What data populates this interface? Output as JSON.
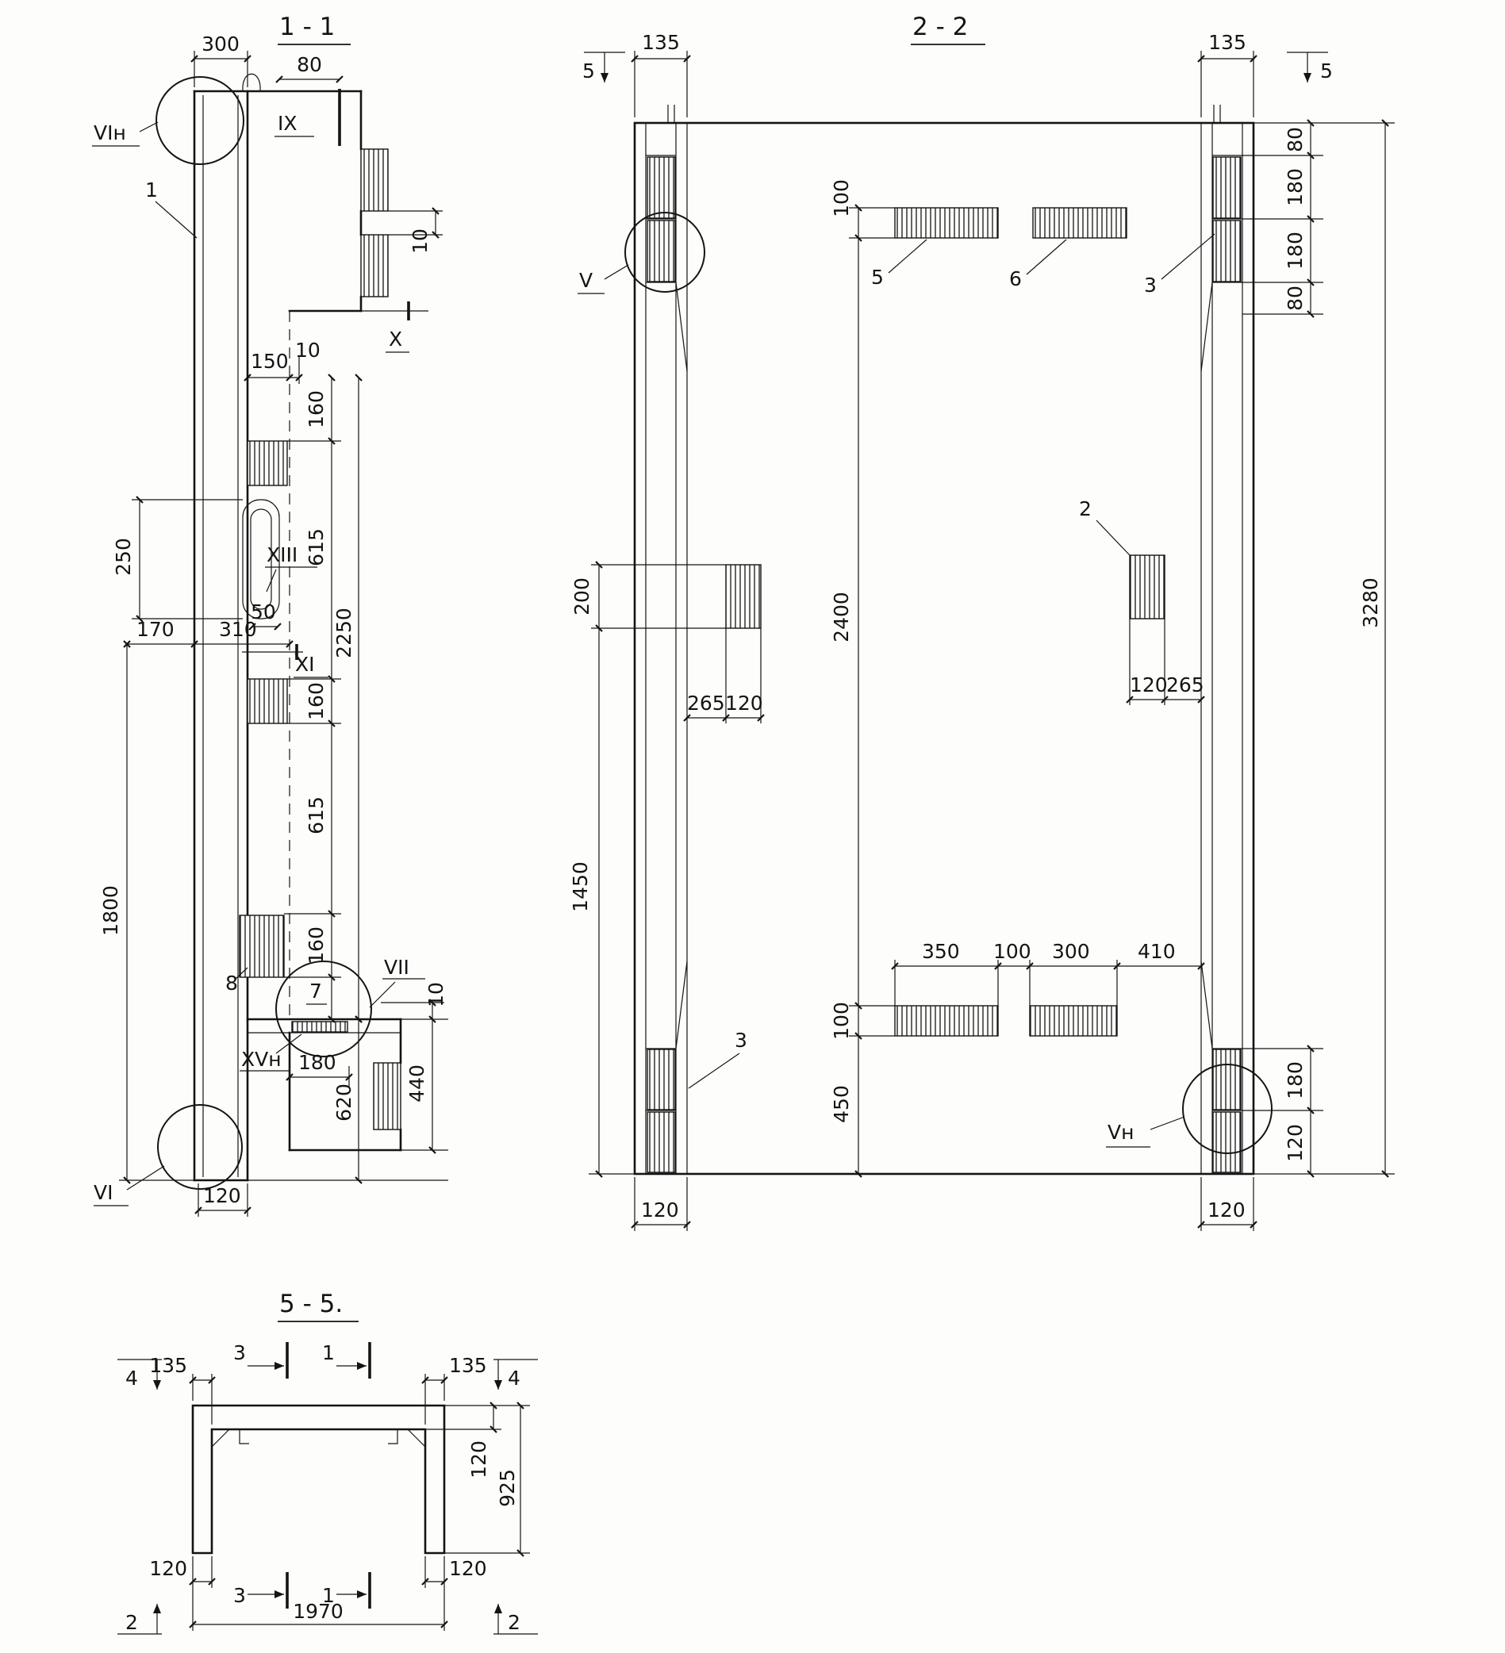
{
  "drawing": {
    "section11": {
      "title": "1 - 1",
      "dims": {
        "d300": "300",
        "d80": "80",
        "d10top": "10",
        "d150": "150",
        "d10mid": "10",
        "d160a": "160",
        "d615a": "615",
        "d160b": "160",
        "d615b": "615",
        "d160c": "160",
        "d2250": "2250",
        "d250": "250",
        "d170": "170",
        "d310": "310",
        "d50": "50",
        "d1800": "1800",
        "d10bot": "10",
        "d180": "180",
        "d440": "440",
        "d620": "620",
        "d120": "120"
      },
      "callouts": {
        "vin": "VIн",
        "ix": "IX",
        "x": "X",
        "xiii": "XIII",
        "xi": "XI",
        "vii": "VII",
        "xvn": "XVн",
        "vi": "VI"
      },
      "parts": {
        "p1": "1",
        "p7": "7",
        "p8": "8"
      }
    },
    "section22": {
      "title": "2 - 2",
      "dims": {
        "d135l": "135",
        "d135r": "135",
        "d100t": "100",
        "r80a": "80",
        "r180a": "180",
        "r180b": "180",
        "r80b": "80",
        "d3280": "3280",
        "d2400": "2400",
        "d200": "200",
        "d1450": "1450",
        "dl265": "265",
        "dl120": "120",
        "dr120": "120",
        "dr265": "265",
        "d350": "350",
        "d100m": "100",
        "d300": "300",
        "d410": "410",
        "d100b": "100",
        "d450": "450",
        "r180c": "180",
        "r120": "120",
        "b120l": "120",
        "b120r": "120"
      },
      "marks": {
        "m5l": "5",
        "m5r": "5"
      },
      "callouts": {
        "v": "V",
        "vn": "Vн"
      },
      "parts": {
        "p5": "5",
        "p6": "6",
        "p3t": "3",
        "p2": "2",
        "p3b": "3"
      }
    },
    "section55": {
      "title": "5 - 5.",
      "dims": {
        "d135l": "135",
        "d135r": "135",
        "d120r": "120",
        "d925": "925",
        "b120l": "120",
        "b120r": "120",
        "d1970": "1970"
      },
      "marks": {
        "m4l": "4",
        "m4r": "4",
        "m3t": "3",
        "m1t": "1",
        "m3b": "3",
        "m1b": "1",
        "m2l": "2",
        "m2r": "2"
      }
    }
  }
}
